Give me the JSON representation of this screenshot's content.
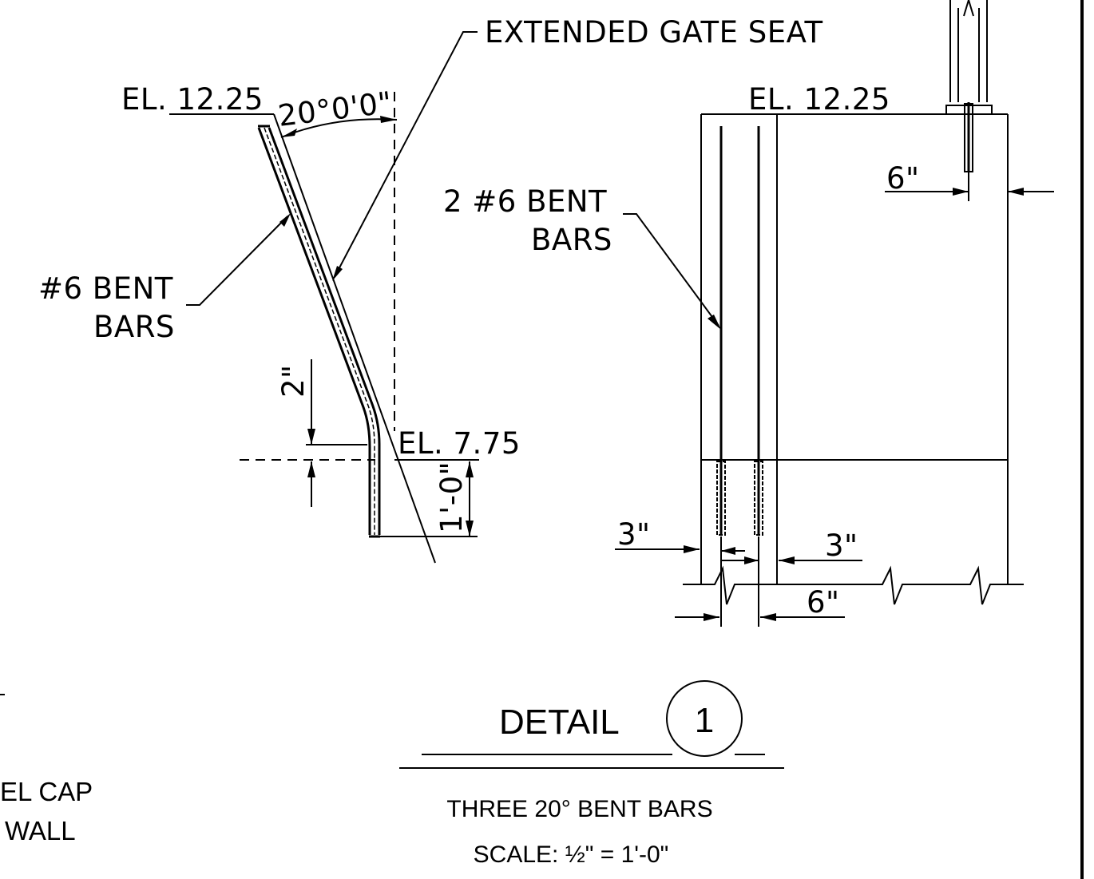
{
  "left_detail": {
    "callout_gate_seat": "EXTENDED GATE SEAT",
    "el_top": "EL. 12.25",
    "angle": "20°0'0\"",
    "callout_bars_line1": "#6 BENT",
    "callout_bars_line2": "BARS",
    "dim_bend": "2\"",
    "el_bottom": "EL. 7.75",
    "dim_embed": "1'-0\""
  },
  "right_detail": {
    "el_top": "EL. 12.25",
    "dim_anchor_offset": "6\"",
    "callout_bars_line1": "2 #6 BENT",
    "callout_bars_line2": "BARS",
    "dim_left_cover": "3\"",
    "dim_right_cover": "3\"",
    "dim_bar_spacing": "6\""
  },
  "detail_label": {
    "word": "DETAIL",
    "number": "1"
  },
  "detail_caption": {
    "description": "THREE 20° BENT BARS",
    "scale": "SCALE: ½\" = 1'-0\""
  },
  "edge_text": {
    "line1": "EEL CAP",
    "line2": "WALL"
  }
}
